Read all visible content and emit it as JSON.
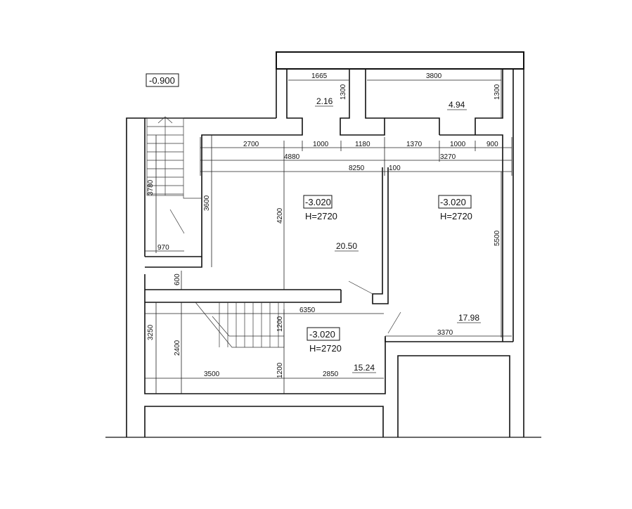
{
  "level_marks": {
    "entry": "-0.900",
    "room_a": "-3.020",
    "room_b": "-3.020",
    "room_c": "-3.020"
  },
  "heights": {
    "room_a": "H=2720",
    "room_b": "H=2720",
    "room_c": "H=2720"
  },
  "areas": {
    "small_left": "2.16",
    "small_right": "4.94",
    "main_left": "20.50",
    "main_right": "17.98",
    "bottom": "15.24"
  },
  "dims": {
    "d1665": "1665",
    "d3800": "3800",
    "d1300a": "1300",
    "d1300b": "1300",
    "d2700": "2700",
    "d1000a": "1000",
    "d1180": "1180",
    "d1370": "1370",
    "d1000b": "1000",
    "d900": "900",
    "d4880": "4880",
    "d3270": "3270",
    "d8250": "8250",
    "d100": "100",
    "d3780": "3780",
    "d3600": "3600",
    "d4200": "4200",
    "d5500": "5500",
    "d970": "970",
    "d600": "600",
    "d6350": "6350",
    "d3250": "3250",
    "d2400": "2400",
    "d1200a": "1200",
    "d1200b": "1200",
    "d3370": "3370",
    "d3500": "3500",
    "d2850": "2850"
  }
}
